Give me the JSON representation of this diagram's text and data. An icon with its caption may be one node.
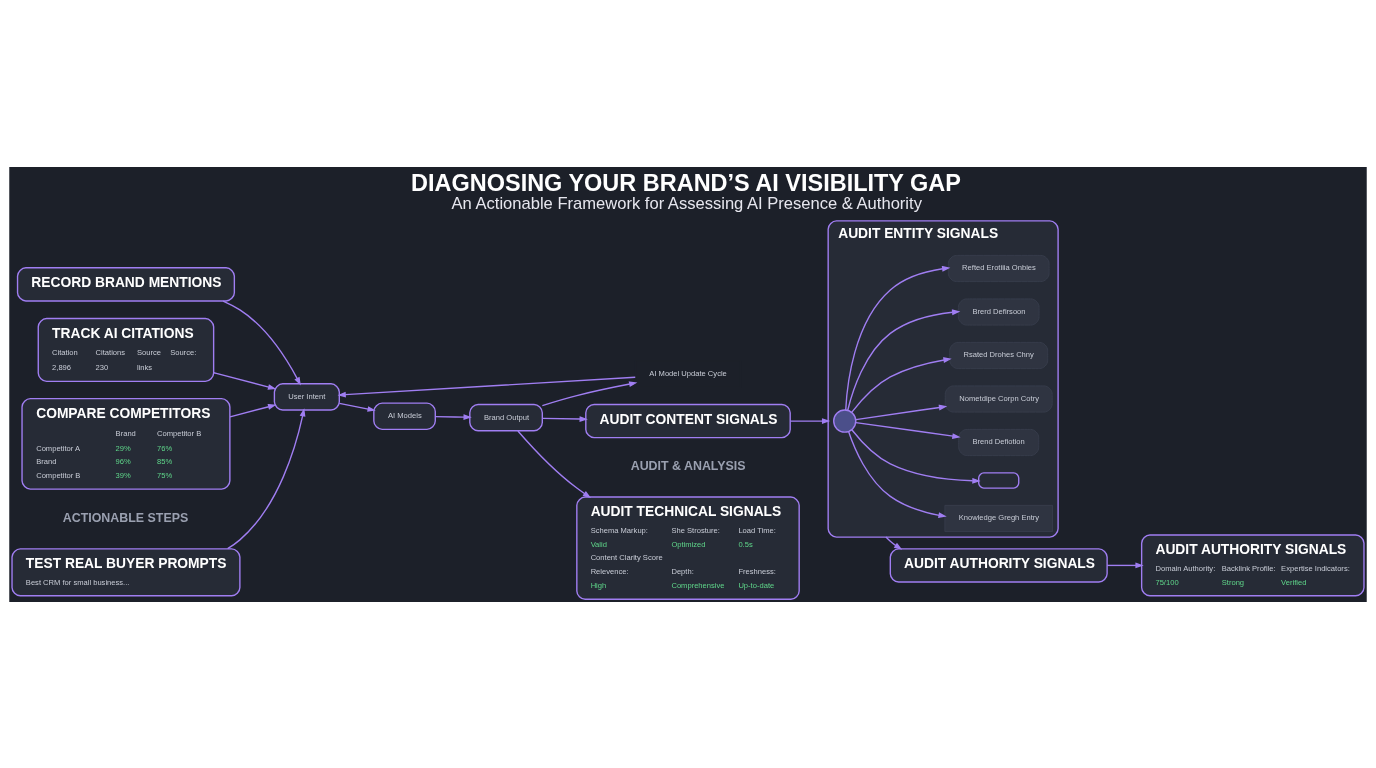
{
  "diagram": {
    "title": "DIAGNOSING YOUR BRAND’S AI VISIBILITY GAP",
    "caption": "An Actionable Framework for Assessing AI Presence & Authority",
    "nodes": [
      {
        "text": [
          "TEST REAL BUYER PROMPTS",
          "Best CRM for small business..."
        ]
      },
      {
        "text": [
          "RECORD BRAND MENTIONS"
        ]
      },
      {
        "text": [
          "TRACK AI CITATIONS",
          "Citation",
          "2,896",
          "Citations",
          "230",
          "Source",
          "links",
          "Source:"
        ]
      },
      {
        "text": [
          "COMPARE COMPETITORS",
          "Brand",
          "Competitor B",
          "Competitor A",
          "29%",
          "76%",
          "Brand",
          "96%",
          "85%",
          "Competitor B",
          "39%",
          "75%"
        ]
      },
      {
        "text": [
          "User Intent"
        ]
      },
      {
        "text": [
          "AI Models"
        ]
      },
      {
        "text": [
          "Brand Output"
        ]
      },
      {
        "text": [
          "AI Model Update Cycle"
        ]
      },
      {
        "text": [
          "AUDIT TECHNICAL SIGNALS",
          "Schema Markup:",
          "Valid",
          "She Strosture:",
          "Optimized",
          "Load Time:",
          "0.5s",
          "Content Clarity Score",
          "Relevence:",
          "High",
          "Depth:",
          "Comprehensive",
          "Freshness:",
          "Up-to-date"
        ]
      },
      {
        "text": [
          "AUDIT ENTITY SIGNALS"
        ]
      },
      {
        "text": [
          "Knowledge Gregh Entry"
        ],
        "in": 9
      },
      {
        "text": [],
        "shape": "box",
        "in": 9
      },
      {
        "text": [
          "Brend Defiotion"
        ],
        "in": 9
      },
      {
        "text": [
          "Nometdipe Corpn Cotry"
        ],
        "in": 9
      },
      {
        "text": [],
        "shape": "circle",
        "in": 9
      },
      {
        "text": [
          "Rsated Drohes Chny"
        ],
        "in": 9
      },
      {
        "text": [
          "Brerd Defirsoon"
        ],
        "in": 9
      },
      {
        "text": [
          "Refted Erotiiia Onbies"
        ],
        "in": 9
      },
      {
        "text": [
          "AUDIT CONTENT SIGNALS"
        ]
      },
      {
        "text": [
          "AUDIT AUTHORITY SIGNALS"
        ]
      },
      {
        "text": [
          "AUDIT AUTHORITY SIGNALS",
          "Domain Authority:",
          "75/100",
          "Backlink Profile:",
          "Strong",
          "Expertise Indicators:",
          "Verified"
        ]
      }
    ],
    "edges": [
      {
        "from": 0,
        "to": 4,
        "arrow": "to"
      },
      {
        "from": 1,
        "to": 4,
        "arrow": "to"
      },
      {
        "from": 2,
        "to": 4,
        "arrow": "to"
      },
      {
        "from": 3,
        "to": 4,
        "arrow": "to"
      },
      {
        "from": 4,
        "to": 5,
        "arrow": "to"
      },
      {
        "from": 5,
        "to": 6,
        "arrow": "to"
      },
      {
        "from": 6,
        "to": 7,
        "arrow": "to"
      },
      {
        "from": 7,
        "to": 4,
        "arrow": "to"
      },
      {
        "from": 6,
        "to": 8,
        "arrow": "to"
      },
      {
        "from": 6,
        "to": 18,
        "arrow": "to"
      },
      {
        "from": 18,
        "to": 9,
        "arrow": "to"
      },
      {
        "from": 14,
        "to": 10,
        "arrow": "to"
      },
      {
        "from": 14,
        "to": 11,
        "arrow": "to"
      },
      {
        "from": 14,
        "to": 12,
        "arrow": "to"
      },
      {
        "from": 14,
        "to": 13,
        "arrow": "to"
      },
      {
        "from": 14,
        "to": 15,
        "arrow": "to"
      },
      {
        "from": 14,
        "to": 16,
        "arrow": "to"
      },
      {
        "from": 14,
        "to": 17,
        "arrow": "to"
      },
      {
        "from": 9,
        "to": 19,
        "arrow": "to"
      },
      {
        "from": 19,
        "to": 20,
        "arrow": "to"
      }
    ],
    "labels": [
      "ACTIONABLE STEPS",
      "AUDIT & ANALYSIS"
    ]
  }
}
